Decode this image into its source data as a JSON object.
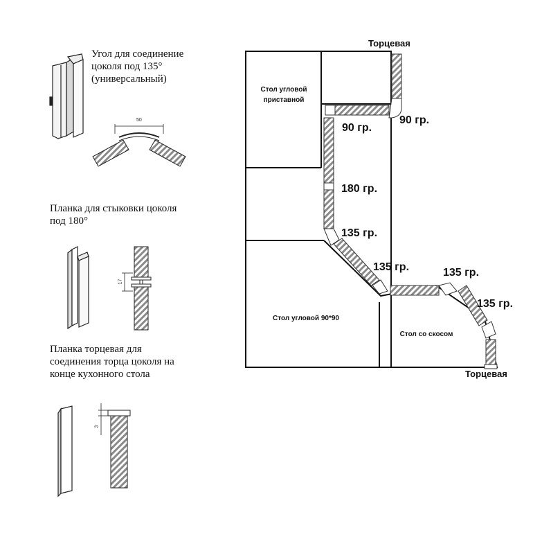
{
  "left_panel": {
    "corner_135": {
      "caption_line1": "Угол для соединение",
      "caption_line2": "цоколя под 135°",
      "caption_line3": "(универсальный)",
      "dimension": "50"
    },
    "joint_180": {
      "caption_line1": "Планка для стыковки цоколя",
      "caption_line2": "под 180°",
      "dimension": "17"
    },
    "end_cap": {
      "caption_line1": "Планка торцевая для",
      "caption_line2": "соединения торца цоколя на",
      "caption_line3": "конце кухонного стола",
      "dimension": "3"
    }
  },
  "plan": {
    "tables": {
      "corner_extension": [
        "Стол угловой",
        "приставной"
      ],
      "corner_90": "Стол угловой 90*90",
      "bevel": "Стол со скосом"
    },
    "labels": {
      "end_top": "Торцевая",
      "end_bottom": "Торцевая",
      "deg90_right": "90 гр.",
      "deg90_left": "90 гр.",
      "deg180": "180 гр.",
      "deg135_a": "135 гр.",
      "deg135_b": "135 гр.",
      "deg135_c": "135 гр.",
      "deg135_d": "135 гр."
    }
  }
}
